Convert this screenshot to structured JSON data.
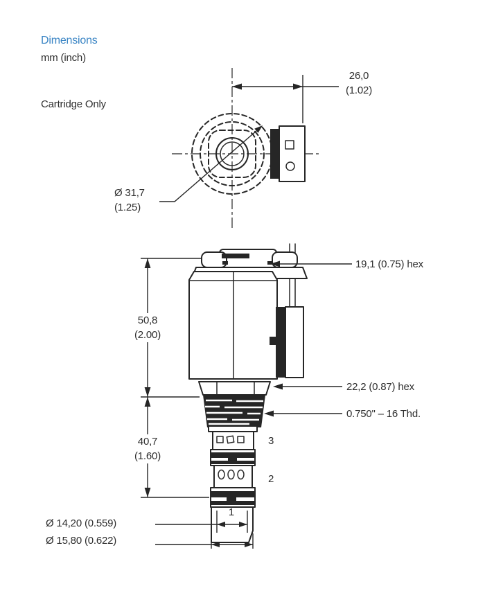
{
  "colors": {
    "heading_blue": "#3984c4",
    "ink": "#262626",
    "background": "#ffffff"
  },
  "header": {
    "title": "Dimensions",
    "units_note": "mm (inch)",
    "view_label": "Cartridge Only"
  },
  "top_view": {
    "connector_width_mm": "26,0",
    "connector_width_in": "(1.02)",
    "coil_diameter_mm": "Ø 31,7",
    "coil_diameter_in": "(1.25)"
  },
  "side_view": {
    "coil_height_mm": "50,8",
    "coil_height_in": "(2.00)",
    "cartridge_length_mm": "40,7",
    "cartridge_length_in": "(1.60)",
    "top_hex": "19,1 (0.75) hex",
    "body_hex": "22,2 (0.87) hex",
    "thread_spec": "0.750\" – 16 Thd.",
    "port3": "3",
    "port2": "2",
    "port1": "1",
    "nose_diameter": "Ø 14,20 (0.559)",
    "outer_diameter": "Ø 15,80 (0.622)"
  }
}
